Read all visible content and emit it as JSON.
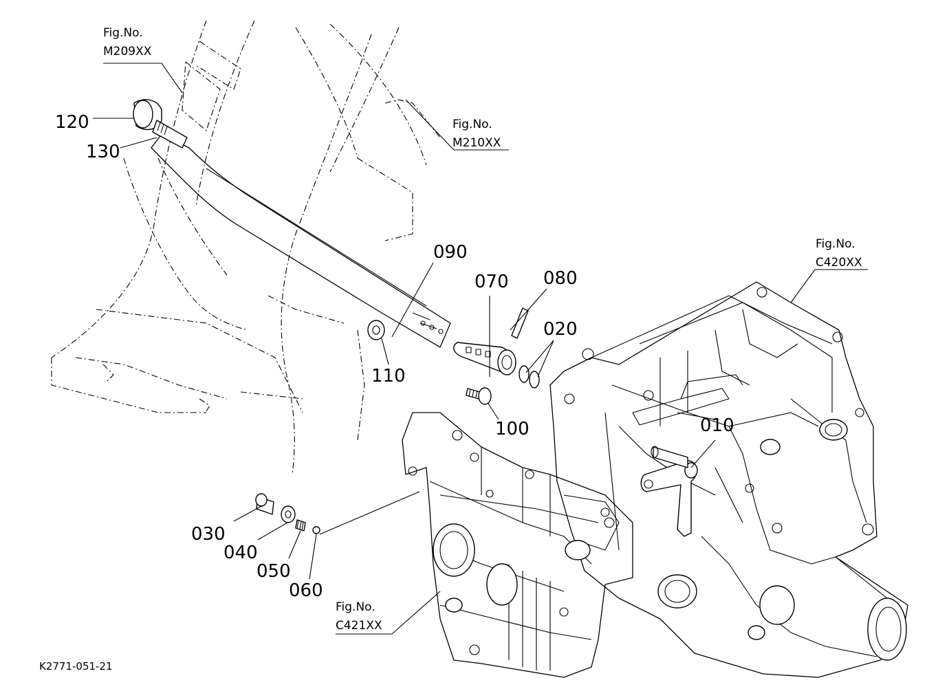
{
  "diagram": {
    "drawing_code": "K2771-051-21",
    "fig_refs": [
      {
        "label": "Fig.No.",
        "code": "M209XX"
      },
      {
        "label": "Fig.No.",
        "code": "M210XX"
      },
      {
        "label": "Fig.No.",
        "code": "C420XX"
      },
      {
        "label": "Fig.No.",
        "code": "C421XX"
      }
    ],
    "part_numbers": [
      "010",
      "020",
      "030",
      "040",
      "050",
      "060",
      "070",
      "080",
      "090",
      "100",
      "110",
      "120",
      "130"
    ]
  }
}
